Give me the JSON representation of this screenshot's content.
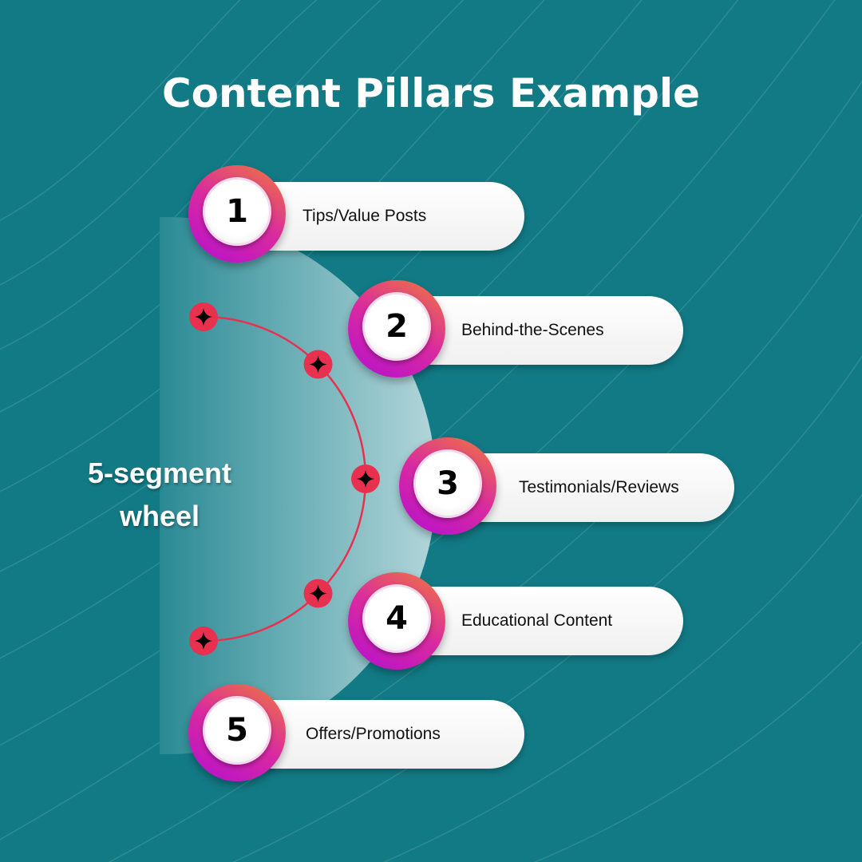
{
  "title": "Content Pillars Example",
  "wheel_label": {
    "line1": "5-segment",
    "line2": "wheel"
  },
  "pillars": [
    {
      "number": "1",
      "label": "Tips/Value Posts"
    },
    {
      "number": "2",
      "label": "Behind-the-Scenes"
    },
    {
      "number": "3",
      "label": "Testimonials/Reviews"
    },
    {
      "number": "4",
      "label": "Educational Content"
    },
    {
      "number": "5",
      "label": "Offers/Promotions"
    }
  ],
  "colors": {
    "background": "#127a85",
    "marker": "#e8304f",
    "badge_start": "#b40fd0",
    "badge_end": "#f07a3a"
  }
}
